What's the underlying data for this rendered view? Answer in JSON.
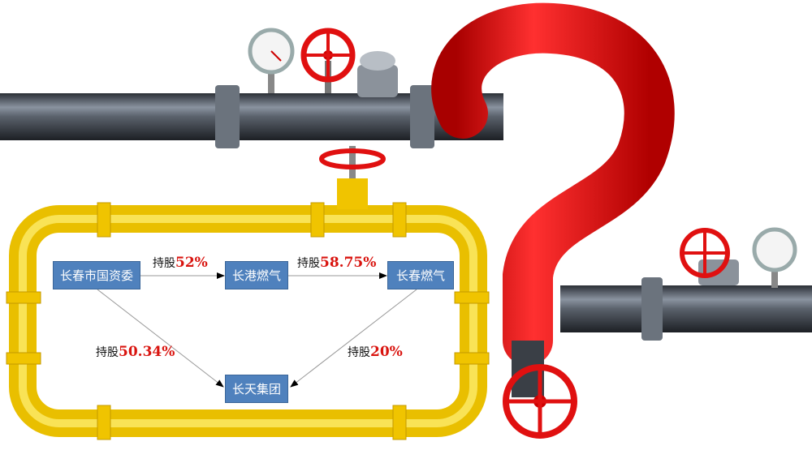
{
  "diagram": {
    "nodes": {
      "sasac": "长春市国资委",
      "changgang_gas": "长港燃气",
      "changchun_gas": "长春燃气",
      "changtian_group": "长天集团"
    },
    "edges": [
      {
        "prefix": "持股",
        "value": "52%"
      },
      {
        "prefix": "持股",
        "value": "58.75%"
      },
      {
        "prefix": "持股",
        "value": "50.34%"
      },
      {
        "prefix": "持股",
        "value": "20%"
      }
    ]
  },
  "colors": {
    "node_fill": "#4f81bd",
    "percent": "#d9140f",
    "yellow_pipe": "#f5d11a",
    "red_pipe": "#e01010"
  }
}
